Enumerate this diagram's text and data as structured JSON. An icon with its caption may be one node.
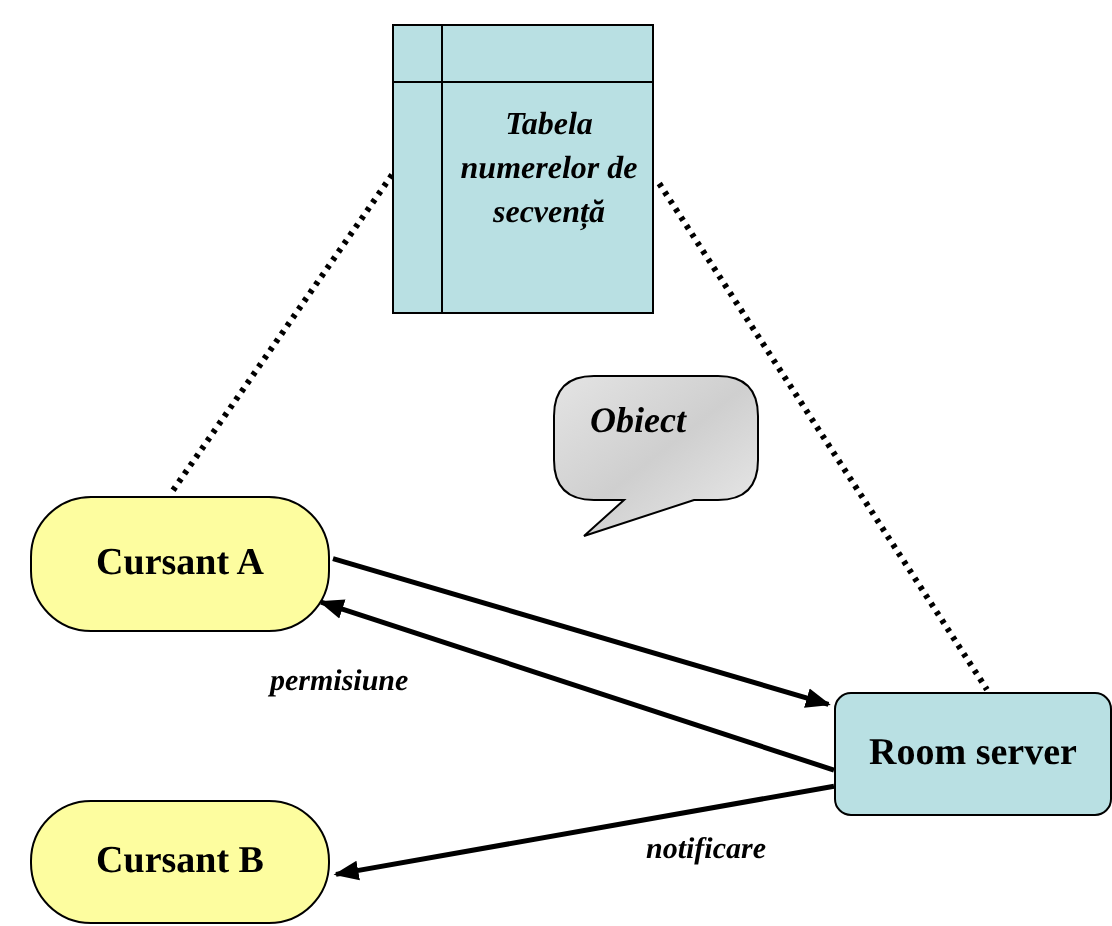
{
  "diagram": {
    "nodes": [
      {
        "text": [
          "Tabela numerelor de secvență"
        ]
      },
      {
        "text": [
          "Obiect"
        ]
      },
      {
        "text": [
          "Cursant A"
        ]
      },
      {
        "text": [
          "Room server"
        ]
      },
      {
        "text": [
          "Cursant B"
        ]
      }
    ],
    "edges": [
      {
        "from": 0,
        "to": 2,
        "arrow": "none",
        "style": "dashed"
      },
      {
        "from": 0,
        "to": 3,
        "arrow": "none",
        "style": "dashed"
      },
      {
        "from": 2,
        "to": 3,
        "arrow": "to"
      },
      {
        "from": 3,
        "to": 2,
        "arrow": "to",
        "label": "permisiune"
      },
      {
        "from": 3,
        "to": 4,
        "arrow": "to",
        "label": "notificare"
      }
    ]
  }
}
